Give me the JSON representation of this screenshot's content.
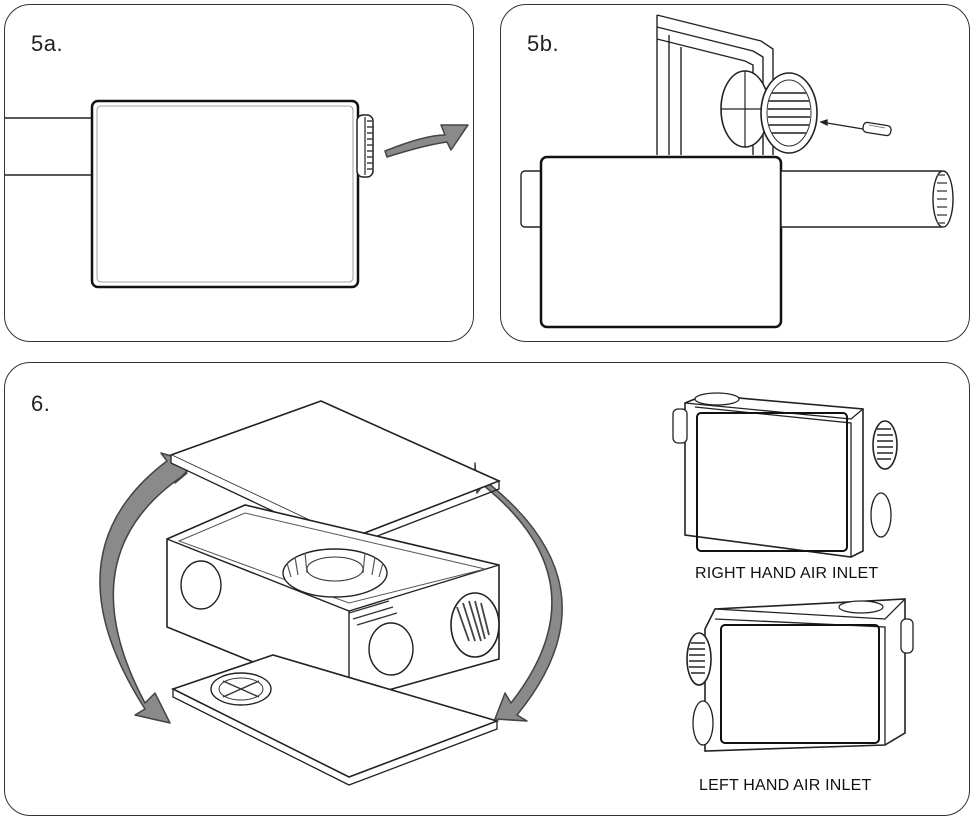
{
  "panels": {
    "step_5a": {
      "label": "5a."
    },
    "step_5b": {
      "label": "5b."
    },
    "step_6": {
      "label": "6.",
      "right_caption": "RIGHT HAND AIR INLET",
      "left_caption": "LEFT HAND AIR INLET"
    }
  },
  "colors": {
    "outline": "#222222",
    "arrow_fill": "#8a8a8a",
    "arrow_stroke": "#444444",
    "grille": "#555555"
  }
}
